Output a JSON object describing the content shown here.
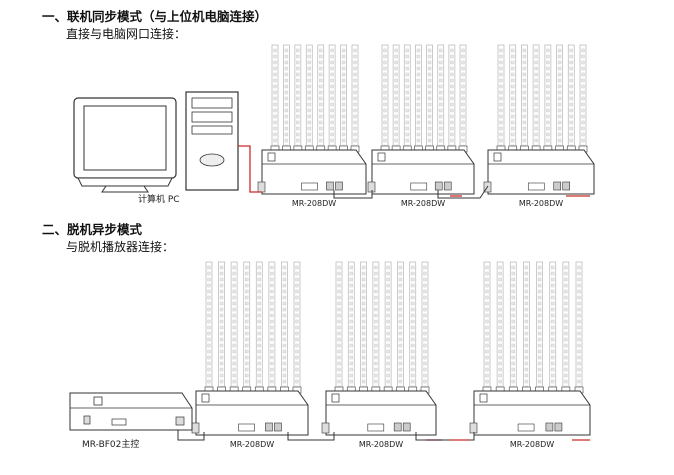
{
  "section1": {
    "title": "一、联机同步模式（与上位机电脑连接）",
    "subtitle": "直接与电脑网口连接："
  },
  "section2": {
    "title": "二、脱机异步模式",
    "subtitle": "与脱机播放器连接："
  },
  "labels": {
    "computer": "计算机  PC",
    "controller": "MR-208DW",
    "master": "MR-BF02主控"
  },
  "colors": {
    "cable": "#cc2b2b",
    "outline": "#333333",
    "strip": "#bdbdbd"
  },
  "icons": [
    "computer-monitor-icon",
    "pc-tower-icon",
    "controller-box-icon",
    "led-strip-icon",
    "offline-player-icon"
  ]
}
